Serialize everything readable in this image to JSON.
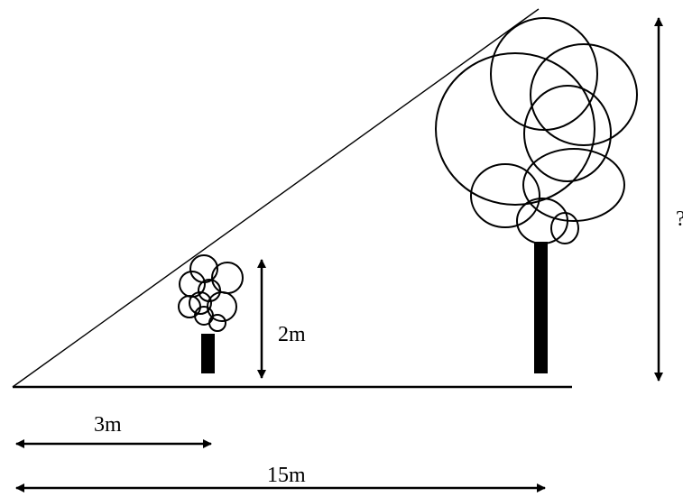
{
  "labels": {
    "small_tree_height": "2m",
    "small_tree_distance": "3m",
    "tall_tree_distance": "15m",
    "tall_tree_height": "?"
  },
  "colors": {
    "stroke": "#000000",
    "background": "#ffffff"
  }
}
